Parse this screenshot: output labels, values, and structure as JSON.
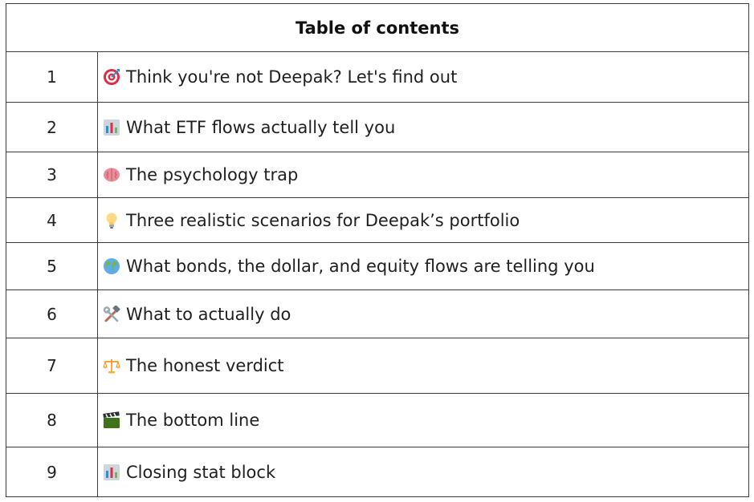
{
  "toc": {
    "header": "Table of contents",
    "rows": [
      {
        "num": "1",
        "icon": "target-icon",
        "title": "Think you're not Deepak? Let's find out"
      },
      {
        "num": "2",
        "icon": "bar-chart-icon",
        "title": "What ETF flows actually tell you"
      },
      {
        "num": "3",
        "icon": "brain-icon",
        "title": "The psychology trap"
      },
      {
        "num": "4",
        "icon": "light-bulb-icon",
        "title": "Three realistic scenarios for Deepak’s portfolio"
      },
      {
        "num": "5",
        "icon": "globe-icon",
        "title": "What bonds, the dollar, and equity flows are telling you"
      },
      {
        "num": "6",
        "icon": "hammer-wrench-icon",
        "title": "What to actually do"
      },
      {
        "num": "7",
        "icon": "scales-icon",
        "title": "The honest verdict"
      },
      {
        "num": "8",
        "icon": "clapperboard-icon",
        "title": "The bottom line"
      },
      {
        "num": "9",
        "icon": "bar-chart-icon",
        "title": "Closing stat block"
      }
    ]
  }
}
